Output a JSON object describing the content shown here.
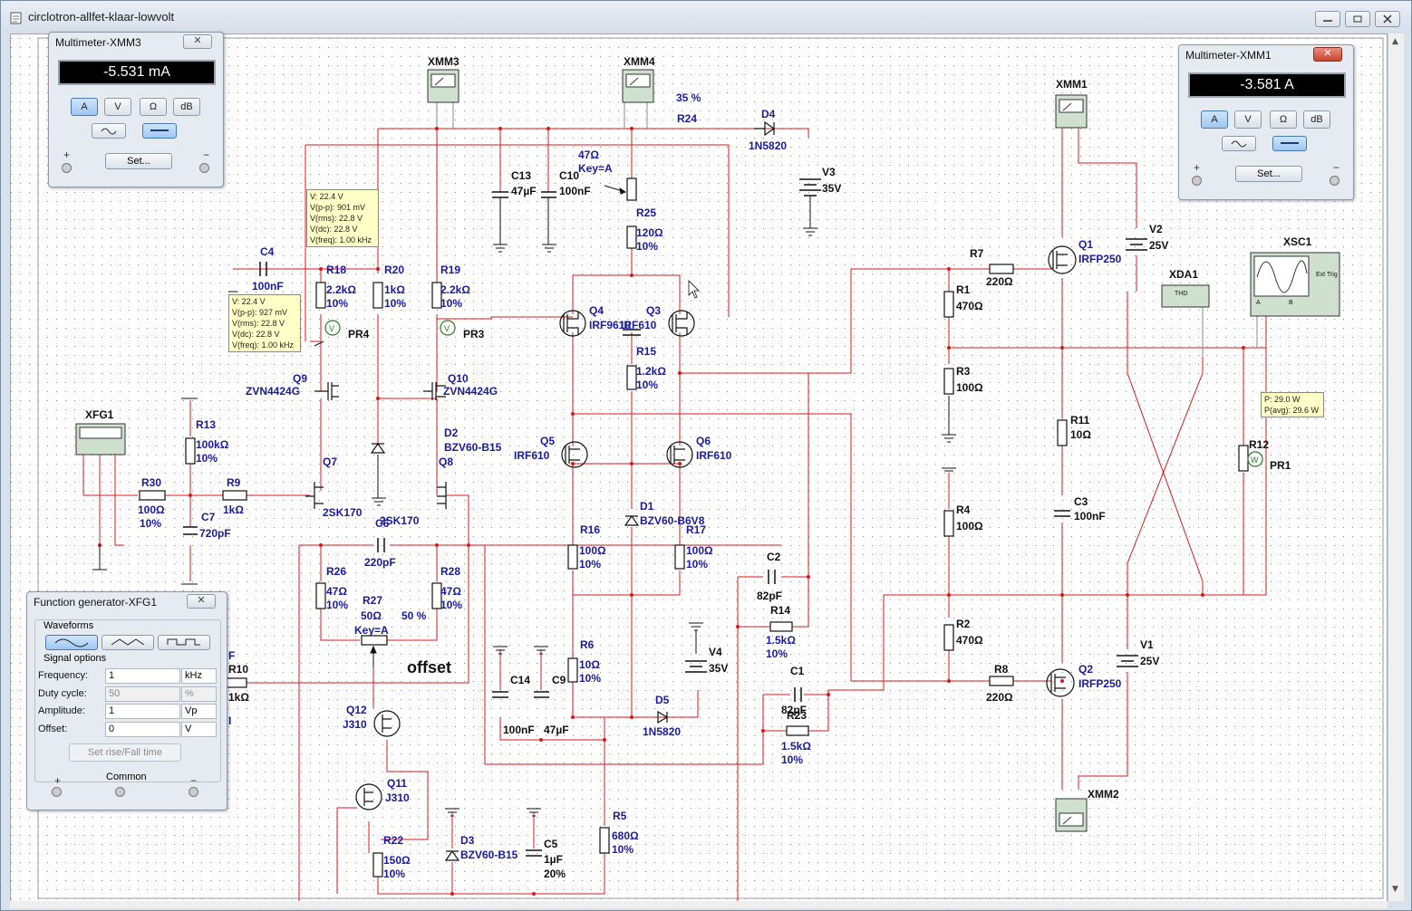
{
  "window": {
    "title": "circlotron-allfet-klaar-lowvolt"
  },
  "xmm3": {
    "title": "Multimeter-XMM3",
    "reading": "-5.531 mA",
    "set": "Set..."
  },
  "xmm1": {
    "title": "Multimeter-XMM1",
    "reading": "-3.581 A",
    "set": "Set..."
  },
  "meter_buttons": {
    "a": "A",
    "v": "V",
    "ohm": "Ω",
    "db": "dB"
  },
  "fg": {
    "title": "Function generator-XFG1",
    "waveforms": "Waveforms",
    "signal_options": "Signal options",
    "frequency_label": "Frequency:",
    "frequency": "1",
    "frequency_unit": "kHz",
    "duty_label": "Duty cycle:",
    "duty": "50",
    "duty_unit": "%",
    "amplitude_label": "Amplitude:",
    "amplitude": "1",
    "amplitude_unit": "Vp",
    "offset_label": "Offset:",
    "offset": "0",
    "offset_unit": "V",
    "rise_fall": "Set rise/Fall time",
    "common": "Common",
    "plus": "+",
    "minus": "−"
  },
  "probe_pr4": {
    "lines": [
      "V: 22.4 V",
      "V(p-p): 901 mV",
      "V(rms): 22.8 V",
      "V(dc): 22.8 V",
      "V(freq): 1.00 kHz"
    ]
  },
  "probe_pr3": {
    "lines": [
      "V: 22.4 V",
      "V(p-p): 927 mV",
      "V(rms): 22.8 V",
      "V(dc): 22.8 V",
      "V(freq): 1.00 kHz"
    ]
  },
  "probe_pr1": {
    "lines": [
      "P: 29.0 W",
      "P(avg): 29.6 W"
    ]
  },
  "labels": {
    "XMM3": "XMM3",
    "XMM4": "XMM4",
    "XMM1": "XMM1",
    "XMM2": "XMM2",
    "XFG1": "XFG1",
    "XDA1": "XDA1",
    "XSC1": "XSC1",
    "THD": "THD",
    "ExtTrig": "Ext Trig",
    "scopeA": "A",
    "scopeB": "B",
    "pct35": "35 %",
    "R24": "R24",
    "D4": "D4",
    "D4v": "1N5820",
    "V3": "V3",
    "V3v": "35V",
    "C13": "C13",
    "C13v": "47µF",
    "C10": "C10",
    "C10v": "100nF",
    "R24v": "47Ω",
    "R24k": "Key=A",
    "R25": "R25",
    "R25v": "120Ω",
    "R25t": "10%",
    "C4": "C4",
    "C4v": "100nF",
    "R18": "R18",
    "R18v": "2.2kΩ",
    "R18t": "10%",
    "R20": "R20",
    "R20v": "1kΩ",
    "R20t": "10%",
    "R19": "R19",
    "R19v": "2.2kΩ",
    "R19t": "10%",
    "PR4": "PR4",
    "PR3": "PR3",
    "PR1": "PR1",
    "Q4": "Q4",
    "Q4v": "IRF9610",
    "Q3": "Q3",
    "Q3v": "IRF610",
    "R15": "R15",
    "R15v": "1.2kΩ",
    "R15t": "10%",
    "Q9": "Q9",
    "Q9v": "ZVN4424G",
    "Q10": "Q10",
    "Q10v": "ZVN4424G",
    "R13": "R13",
    "R13v": "100kΩ",
    "R13t": "10%",
    "D2": "D2",
    "D2v": "BZV60-B15",
    "Q5": "Q5",
    "Q5v": "IRF610",
    "Q6": "Q6",
    "Q6v": "IRF610",
    "D1": "D1",
    "D1v": "BZV60-B6V8",
    "R30": "R30",
    "R30v": "100Ω",
    "R30t": "10%",
    "R9": "R9",
    "R9v": "1kΩ",
    "Q7": "Q7",
    "Q7v": "2SK170",
    "Q8": "Q8",
    "Q8v": "2SK170",
    "C7": "C7",
    "C7v": "720pF",
    "C6": "C6",
    "C6v": "220pF",
    "R16": "R16",
    "R16v": "100Ω",
    "R16t": "10%",
    "R17": "R17",
    "R17v": "100Ω",
    "R17t": "10%",
    "R26": "R26",
    "R26v": "47Ω",
    "R26t": "10%",
    "R27": "R27",
    "R27v": "50Ω",
    "R27k": "Key=A",
    "R27p": "50 %",
    "R28": "R28",
    "R28v": "47Ω",
    "R28t": "10%",
    "offset": "offset",
    "R10": "R10",
    "R10v": "1kΩ",
    "C2": "C2",
    "C2v": "82pF",
    "R14": "R14",
    "R14v": "1.5kΩ",
    "R14t": "10%",
    "V4": "V4",
    "V4v": "35V",
    "R6": "R6",
    "R6v": "10Ω",
    "R6t": "10%",
    "C14": "C14",
    "C14v": "100nF",
    "C9": "C9",
    "C9v": "47µF",
    "D5": "D5",
    "D5v": "1N5820",
    "C1": "C1",
    "C1v": "82pF",
    "R23": "R23",
    "R23v": "1.5kΩ",
    "R23t": "10%",
    "Q12": "Q12",
    "Q12v": "J310",
    "Q11": "Q11",
    "Q11v": "J310",
    "R22": "R22",
    "R22v": "150Ω",
    "R22t": "10%",
    "D3": "D3",
    "D3v": "BZV60-B15",
    "C5": "C5",
    "C5v": "1µF",
    "C5t": "20%",
    "R5": "R5",
    "R5v": "680Ω",
    "R5t": "10%",
    "R7": "R7",
    "R7v": "220Ω",
    "R1": "R1",
    "R1v": "470Ω",
    "R3": "R3",
    "R3v": "100Ω",
    "R4": "R4",
    "R4v": "100Ω",
    "R2": "R2",
    "R2v": "470Ω",
    "R8": "R8",
    "R8v": "220Ω",
    "Q1": "Q1",
    "Q1v": "IRFP250",
    "Q2": "Q2",
    "Q2v": "IRFP250",
    "V2": "V2",
    "V2v": "25V",
    "V1": "V1",
    "V1v": "25V",
    "R11": "R11",
    "R11v": "10Ω",
    "C3": "C3",
    "C3v": "100nF",
    "R12": "R12",
    "fragF": "F",
    "fragI": "I"
  }
}
